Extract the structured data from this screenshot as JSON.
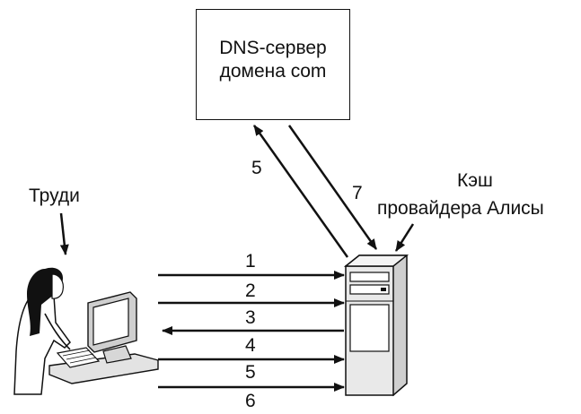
{
  "dns_server": {
    "line1": "DNS-сервер",
    "line2": "домена com"
  },
  "user_label": "Труди",
  "cache_label": {
    "line1": "Кэш",
    "line2": "провайдера  Алисы"
  },
  "upper_arrows": {
    "up_label": "5",
    "down_label": "7"
  },
  "messages": [
    "1",
    "2",
    "3",
    "4",
    "5",
    "6"
  ]
}
